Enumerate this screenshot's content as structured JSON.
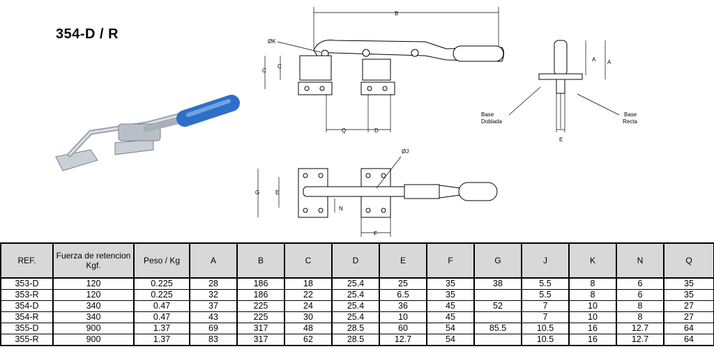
{
  "title": "354-D / R",
  "drawing_labels": {
    "B": "B",
    "OK": "ØK",
    "C1": "C",
    "C2": "C",
    "Q": "Q",
    "D": "D",
    "A1": "A",
    "A2": "A",
    "E1": "E",
    "E2": "E",
    "G": "G",
    "N": "N",
    "F": "F",
    "OJ": "ØJ",
    "base_doblada_1": "Base",
    "base_doblada_2": "Doblada",
    "base_recta_1": "Base",
    "base_recta_2": "Recta"
  },
  "table": {
    "headers": [
      "REF.",
      "Fuerza de retencion Kgf.",
      "Peso / Kg",
      "A",
      "B",
      "C",
      "D",
      "E",
      "F",
      "G",
      "J",
      "K",
      "N",
      "Q"
    ],
    "rows": [
      [
        "353-D",
        "120",
        "0.225",
        "28",
        "186",
        "18",
        "25.4",
        "25",
        "35",
        "38",
        "5.5",
        "8",
        "6",
        "35"
      ],
      [
        "353-R",
        "120",
        "0.225",
        "32",
        "186",
        "22",
        "25.4",
        "6.5",
        "35",
        "",
        "5.5",
        "8",
        "6",
        "35"
      ],
      [
        "354-D",
        "340",
        "0.47",
        "37",
        "225",
        "24",
        "25.4",
        "36",
        "45",
        "52",
        "7",
        "10",
        "8",
        "27"
      ],
      [
        "354-R",
        "340",
        "0.47",
        "43",
        "225",
        "30",
        "25.4",
        "10",
        "45",
        "",
        "7",
        "10",
        "8",
        "27"
      ],
      [
        "355-D",
        "900",
        "1.37",
        "69",
        "317",
        "48",
        "28.5",
        "60",
        "54",
        "85.5",
        "10.5",
        "16",
        "12.7",
        "64"
      ],
      [
        "355-R",
        "900",
        "1.37",
        "83",
        "317",
        "62",
        "28.5",
        "12.7",
        "54",
        "",
        "10.5",
        "16",
        "12.7",
        "64"
      ]
    ]
  }
}
